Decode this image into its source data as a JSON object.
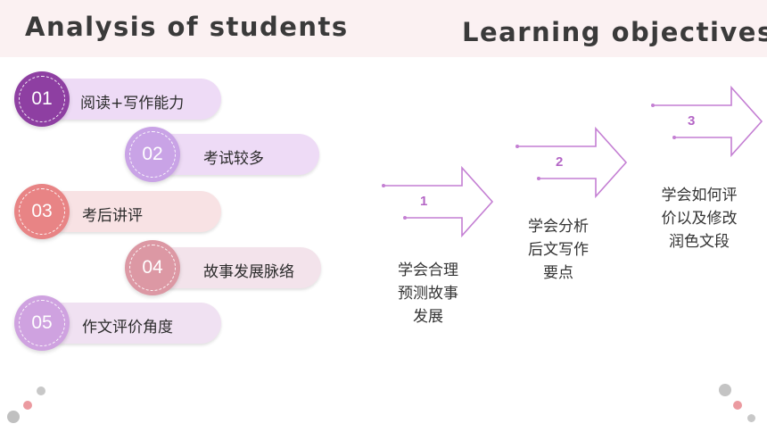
{
  "header": {
    "left_title": "Analysis of students",
    "right_title": "Learning objectives"
  },
  "analysis_items": [
    {
      "number": "01",
      "label": "阅读+写作能力"
    },
    {
      "number": "02",
      "label": "考试较多"
    },
    {
      "number": "03",
      "label": "考后讲评"
    },
    {
      "number": "04",
      "label": "故事发展脉络"
    },
    {
      "number": "05",
      "label": "作文评价角度"
    }
  ],
  "objectives": [
    {
      "number": "1",
      "lines": [
        "学会合理",
        "预测故事",
        "发展"
      ]
    },
    {
      "number": "2",
      "lines": [
        "学会分析",
        "后文写作",
        "要点"
      ]
    },
    {
      "number": "3",
      "lines": [
        "学会如何评",
        "价以及修改",
        "润色文段"
      ]
    }
  ],
  "colors": {
    "header_band": "#fbf1f2",
    "purple_dark": "#8e3fa2",
    "purple_light": "#c9a3e6",
    "coral": "#e88485",
    "rose": "#dc98a4",
    "violet": "#cfa2e0",
    "arrow_stroke": "#c47fd3"
  }
}
